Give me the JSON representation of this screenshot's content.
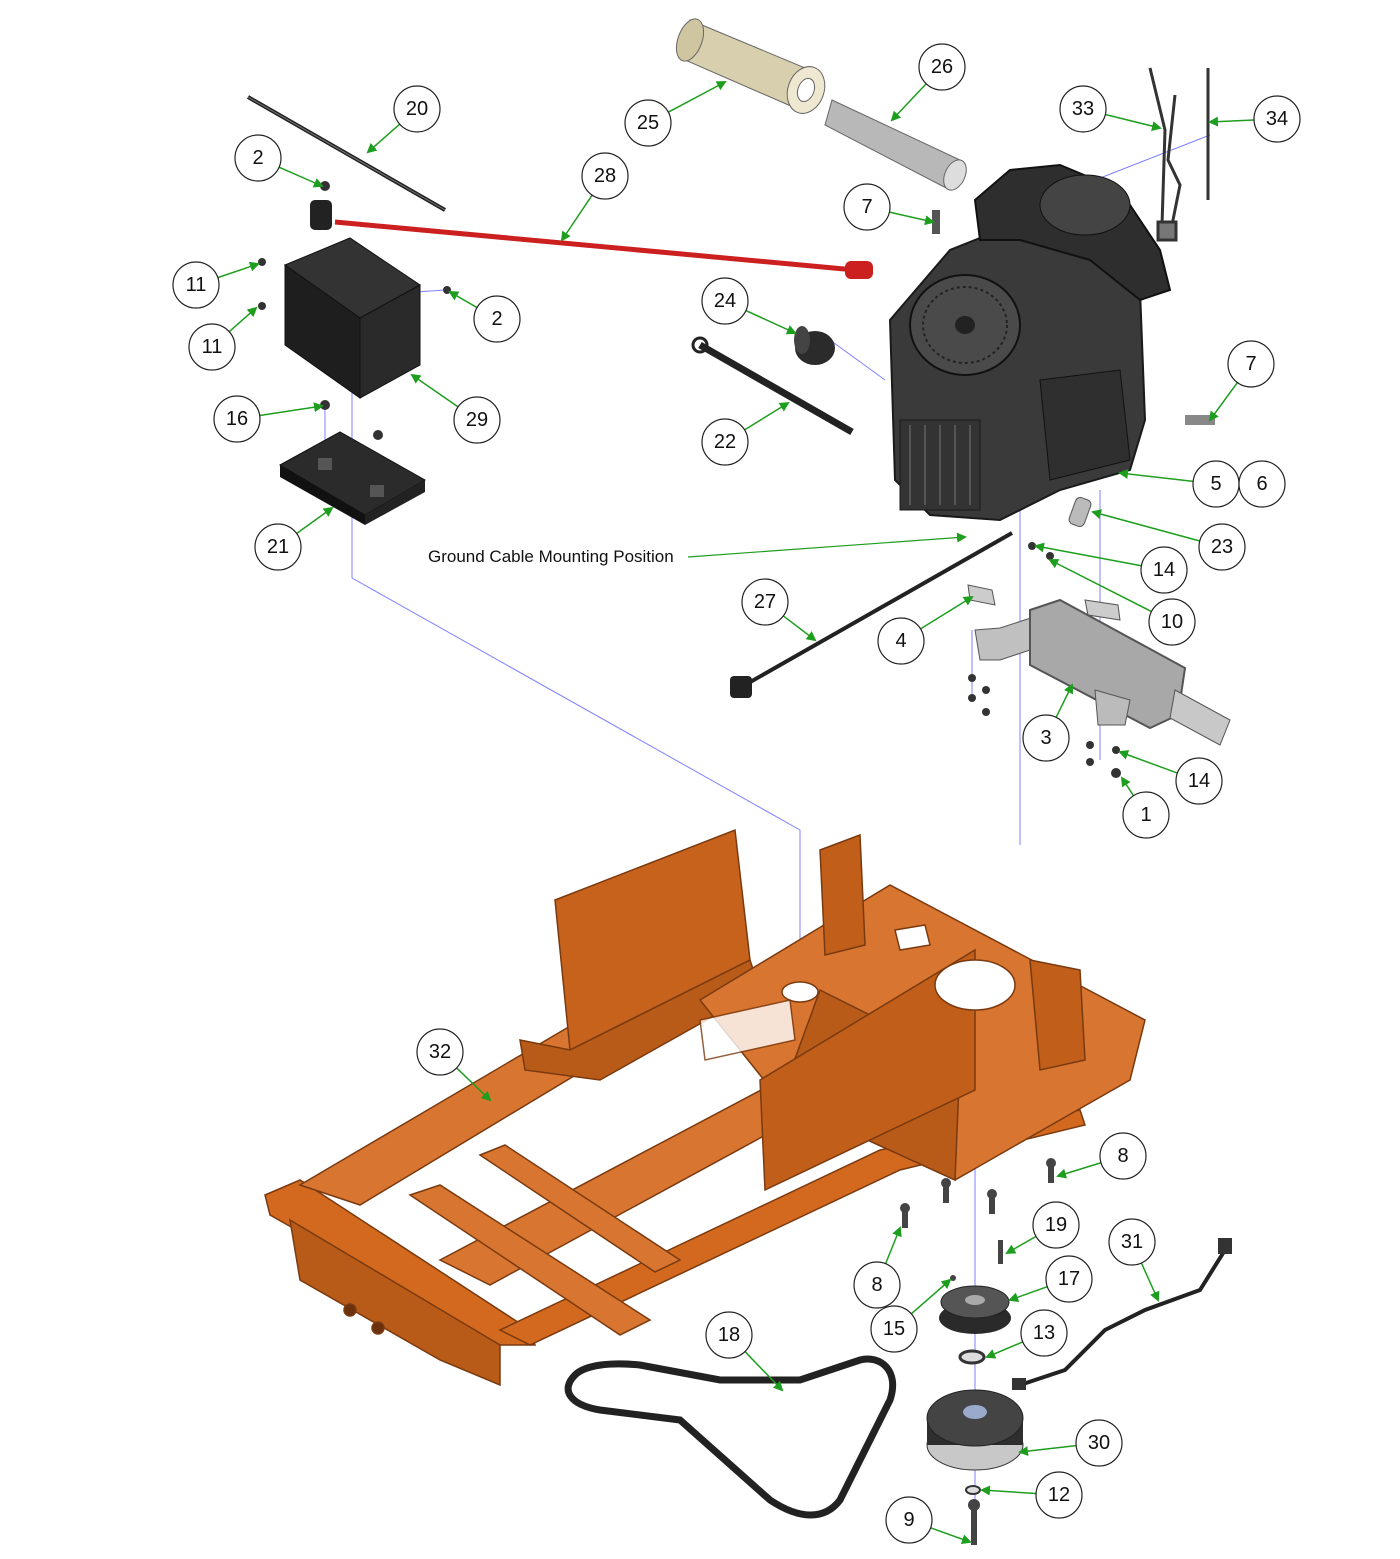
{
  "diagram": {
    "type": "exploded-parts-diagram",
    "annotation": "Ground Cable Mounting Position",
    "callouts": [
      "20",
      "2",
      "28",
      "25",
      "26",
      "33",
      "34",
      "7",
      "11",
      "11",
      "2",
      "24",
      "16",
      "29",
      "22",
      "7",
      "5",
      "6",
      "23",
      "21",
      "14",
      "27",
      "4",
      "10",
      "3",
      "14",
      "1",
      "32",
      "8",
      "19",
      "31",
      "8",
      "17",
      "15",
      "18",
      "13",
      "30",
      "12",
      "9"
    ],
    "colors": {
      "frame": "#d2691e",
      "frame_dark": "#9c4a14",
      "engine": "#3a3a3a",
      "battery": "#1e1e1e",
      "arrow": "#1e9e1e",
      "leader": "#8080ff",
      "cable_red": "#cc2020",
      "muffler": "#a8a8a8",
      "filter": "#d8cfae"
    }
  }
}
